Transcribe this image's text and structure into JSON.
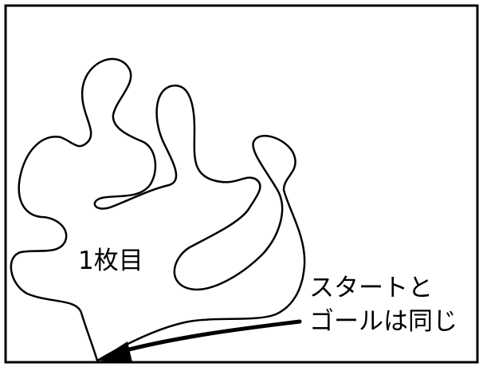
{
  "diagram": {
    "sheet_label": "1枚目",
    "note": {
      "line1": "スタートと",
      "line2": "ゴールは同じ"
    }
  },
  "colors": {
    "stroke": "#000000",
    "background": "#ffffff"
  }
}
